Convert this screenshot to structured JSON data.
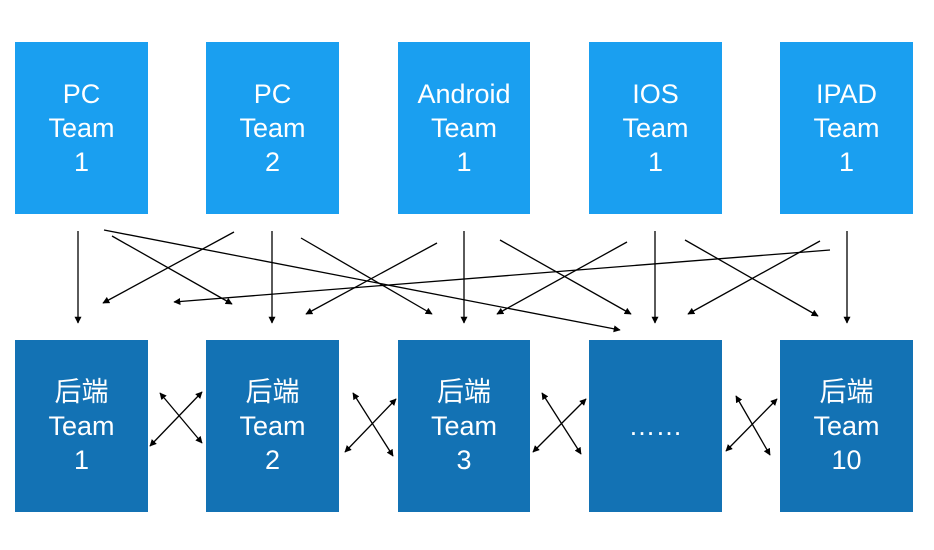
{
  "frontend_teams": [
    {
      "name": "PC",
      "word": "Team",
      "number": "1"
    },
    {
      "name": "PC",
      "word": "Team",
      "number": "2"
    },
    {
      "name": "Android",
      "word": "Team",
      "number": "1"
    },
    {
      "name": "IOS",
      "word": "Team",
      "number": "1"
    },
    {
      "name": "IPAD",
      "word": "Team",
      "number": "1"
    }
  ],
  "backend_teams": [
    {
      "name": "后端",
      "word": "Team",
      "number": "1"
    },
    {
      "name": "后端",
      "word": "Team",
      "number": "2"
    },
    {
      "name": "后端",
      "word": "Team",
      "number": "3"
    },
    {
      "name": "",
      "word": "……",
      "number": ""
    },
    {
      "name": "后端",
      "word": "Team",
      "number": "10"
    }
  ],
  "colors": {
    "frontend_box": "#1a9ff0",
    "backend_box": "#1372b4",
    "text": "#ffffff",
    "arrow": "#000000"
  }
}
